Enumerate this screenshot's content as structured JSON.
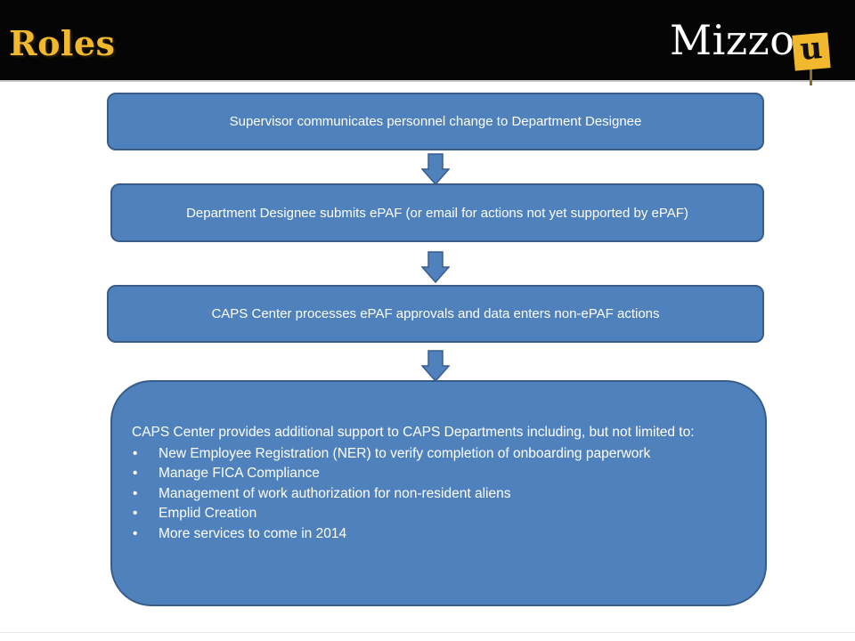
{
  "header": {
    "title": "Roles",
    "logo_text": "Mizzo",
    "logo_sign": "u"
  },
  "flow": {
    "step1": "Supervisor communicates personnel change to Department Designee",
    "step2": "Department Designee submits ePAF (or email for actions not yet supported by ePAF)",
    "step3": "CAPS Center processes ePAF approvals and data enters non-ePAF actions",
    "step4": {
      "intro": "CAPS Center provides additional support to CAPS Departments including, but not limited to:",
      "bullets": [
        "New Employee Registration (NER) to verify completion of onboarding paperwork",
        "Manage FICA Compliance",
        "Management of work authorization for non-resident aliens",
        "Emplid Creation",
        "More services to come in 2014"
      ]
    }
  },
  "colors": {
    "header_bg": "#050505",
    "title": "#f1b82d",
    "box_fill": "#4f81bd",
    "box_border": "#385d8a",
    "arrow_fill": "#4f81bd"
  }
}
